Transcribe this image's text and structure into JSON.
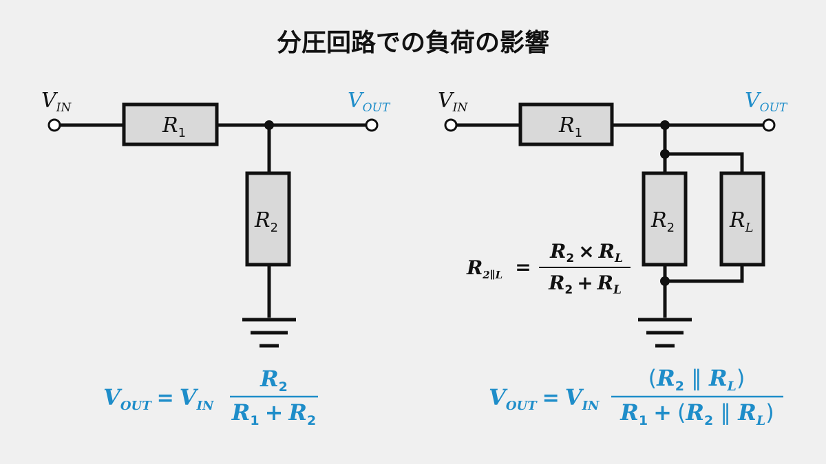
{
  "title": "分圧回路での負荷の影響",
  "colors": {
    "accent": "#1e8dc9",
    "ink": "#111111",
    "resistor_fill": "#d9d9d9",
    "background": "#f0f0f0"
  },
  "labels": {
    "vin_main": "V",
    "vin_sub": "IN",
    "vout_main": "V",
    "vout_sub": "OUT",
    "r_main": "R",
    "r1_sub": "1",
    "r2_sub": "2",
    "rl_sub": "L"
  },
  "parallel_eq": {
    "lhs_main": "R",
    "lhs_sub": "2∥L",
    "equals": "=",
    "times": "×",
    "plus": "+"
  },
  "formula_left": {
    "equals": "=",
    "plus": "+"
  },
  "formula_right": {
    "equals": "=",
    "plus": "+",
    "open_paren": "(",
    "close_paren": ")",
    "parallel": "∥"
  }
}
